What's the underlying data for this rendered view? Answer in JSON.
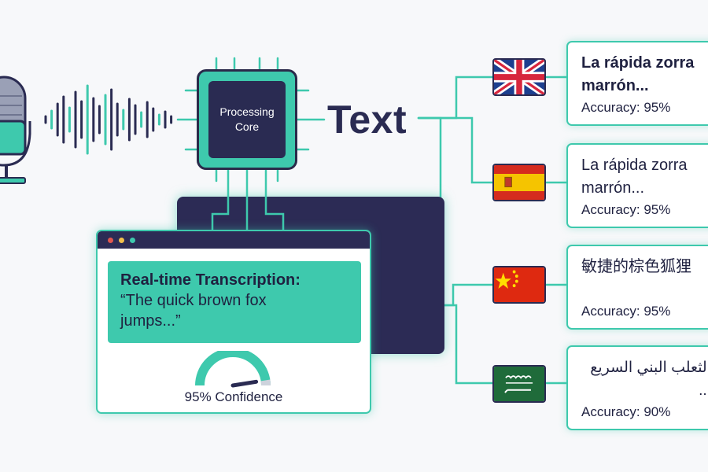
{
  "processing_core": {
    "label_line1": "Processing",
    "label_line2": "Core"
  },
  "output_label": "Text",
  "transcription_window": {
    "title": "Real-time Transcription:",
    "quote_line1": "“The quick brown fox",
    "quote_line2": "jumps...”",
    "confidence": "95% Confidence",
    "confidence_value": 0.95,
    "window_dots": [
      "#e0574f",
      "#f2c04c",
      "#3ec9ad"
    ]
  },
  "translations": [
    {
      "flag": "uk-flag",
      "text_line1": "La rápida zorra",
      "text_line2": "marrón...",
      "accuracy": "Accuracy: 95%"
    },
    {
      "flag": "spain-flag",
      "text_line1": "La rápida zorra",
      "text_line2": "marrón...",
      "accuracy": "Accuracy: 95%"
    },
    {
      "flag": "china-flag",
      "text_line1": "敏捷的棕色狐狸",
      "text_line2": "",
      "accuracy": "Accuracy: 95%"
    },
    {
      "flag": "saudi-arabia-flag",
      "text_line1": "الثعلب البني السريع",
      "text_line2": "...",
      "accuracy": "Accuracy: 90%"
    }
  ],
  "colors": {
    "accent": "#3ec9ad",
    "navy": "#2a2b52",
    "background": "#f7f8fa"
  },
  "icons": [
    "microphone-icon",
    "sound-wave-icon",
    "processor-chip-icon",
    "gauge-icon"
  ]
}
